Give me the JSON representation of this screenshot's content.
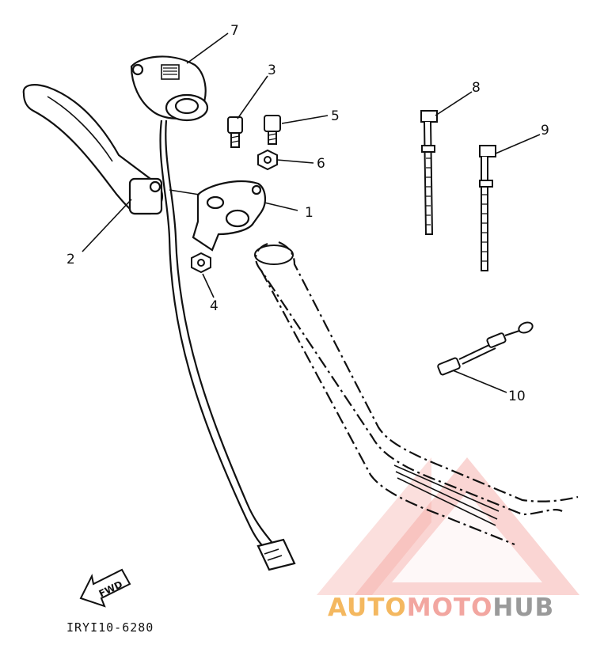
{
  "diagram": {
    "part_numbers": [
      "1",
      "2",
      "3",
      "4",
      "5",
      "6",
      "7",
      "8",
      "9",
      "10"
    ],
    "direction_label": "FWD",
    "diagram_code": "IRYI10-6280"
  },
  "watermark": {
    "part1": "AUTO",
    "part2": "MOTO",
    "part3": "HUB",
    "colors": {
      "auto": "#f4b860",
      "moto": "#f2a6a0",
      "hub": "#9a9a9a",
      "triangle": "#ef7b73"
    }
  }
}
